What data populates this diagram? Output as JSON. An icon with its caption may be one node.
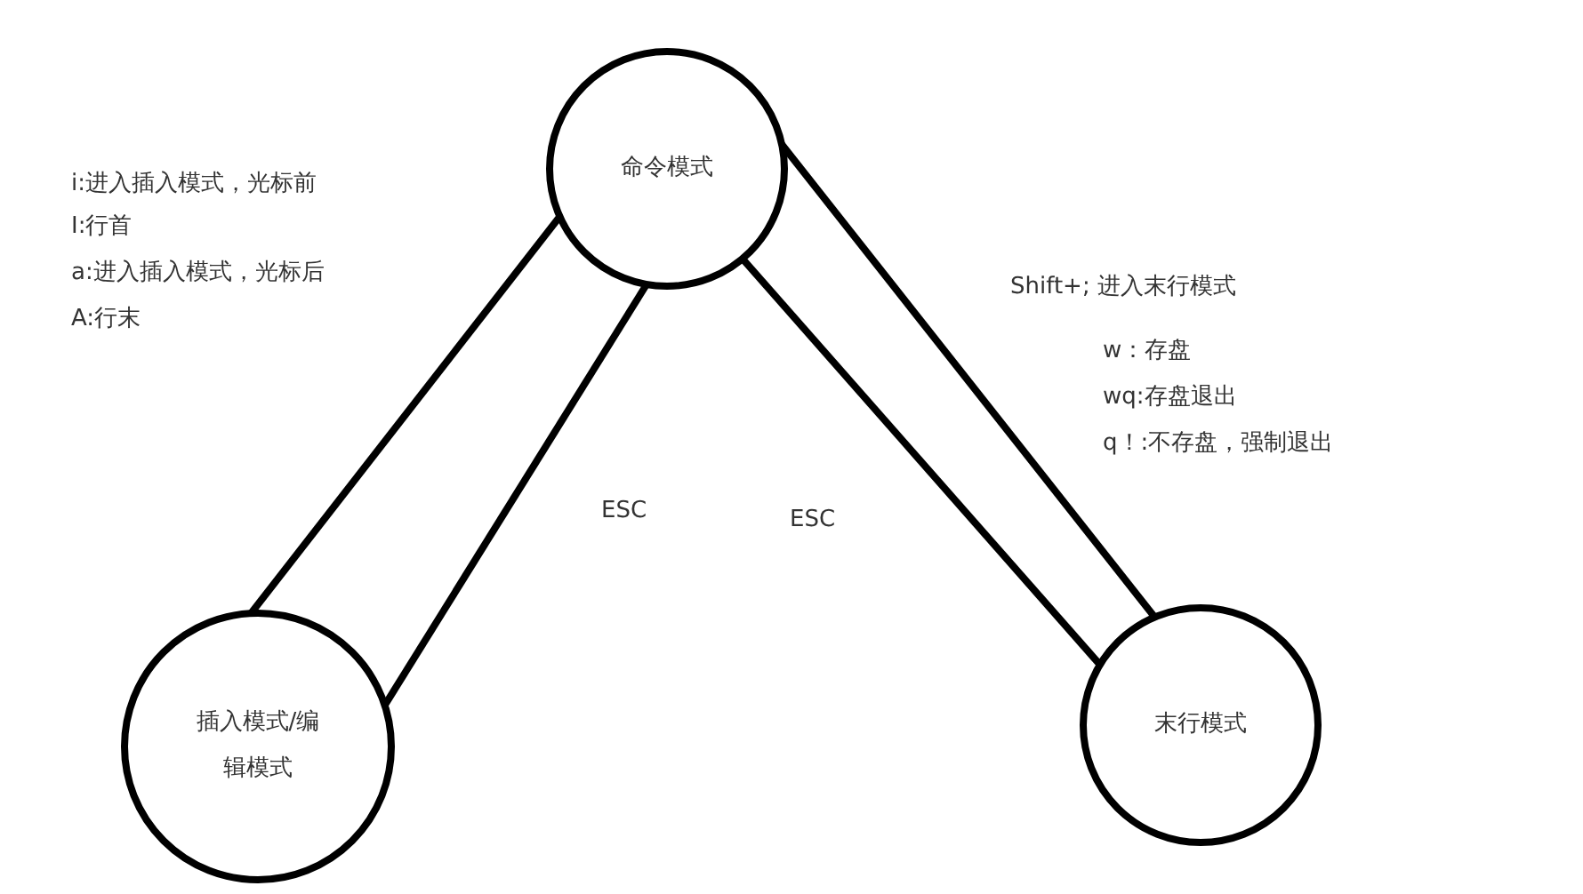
{
  "diagram": {
    "nodes": [
      {
        "text": [
          "命令模式"
        ]
      },
      {
        "text": [
          "插入模式/编辑模式"
        ]
      },
      {
        "text": [
          "末行模式"
        ]
      }
    ],
    "edges": [
      {
        "from": 0,
        "to": 1,
        "arrow": "none"
      },
      {
        "from": 0,
        "to": 1,
        "arrow": "none",
        "label": "ESC"
      },
      {
        "from": 0,
        "to": 2,
        "arrow": "none",
        "label": "ESC"
      },
      {
        "from": 0,
        "to": 2,
        "arrow": "none"
      }
    ],
    "labels": [
      "i:进入插入模式，光标前",
      "I:行首",
      "a:进入插入模式，光标后",
      "A:行末",
      "Shift+; 进入末行模式",
      "w：存盘",
      "wq:存盘退出",
      "q！:不存盘，强制退出"
    ]
  }
}
